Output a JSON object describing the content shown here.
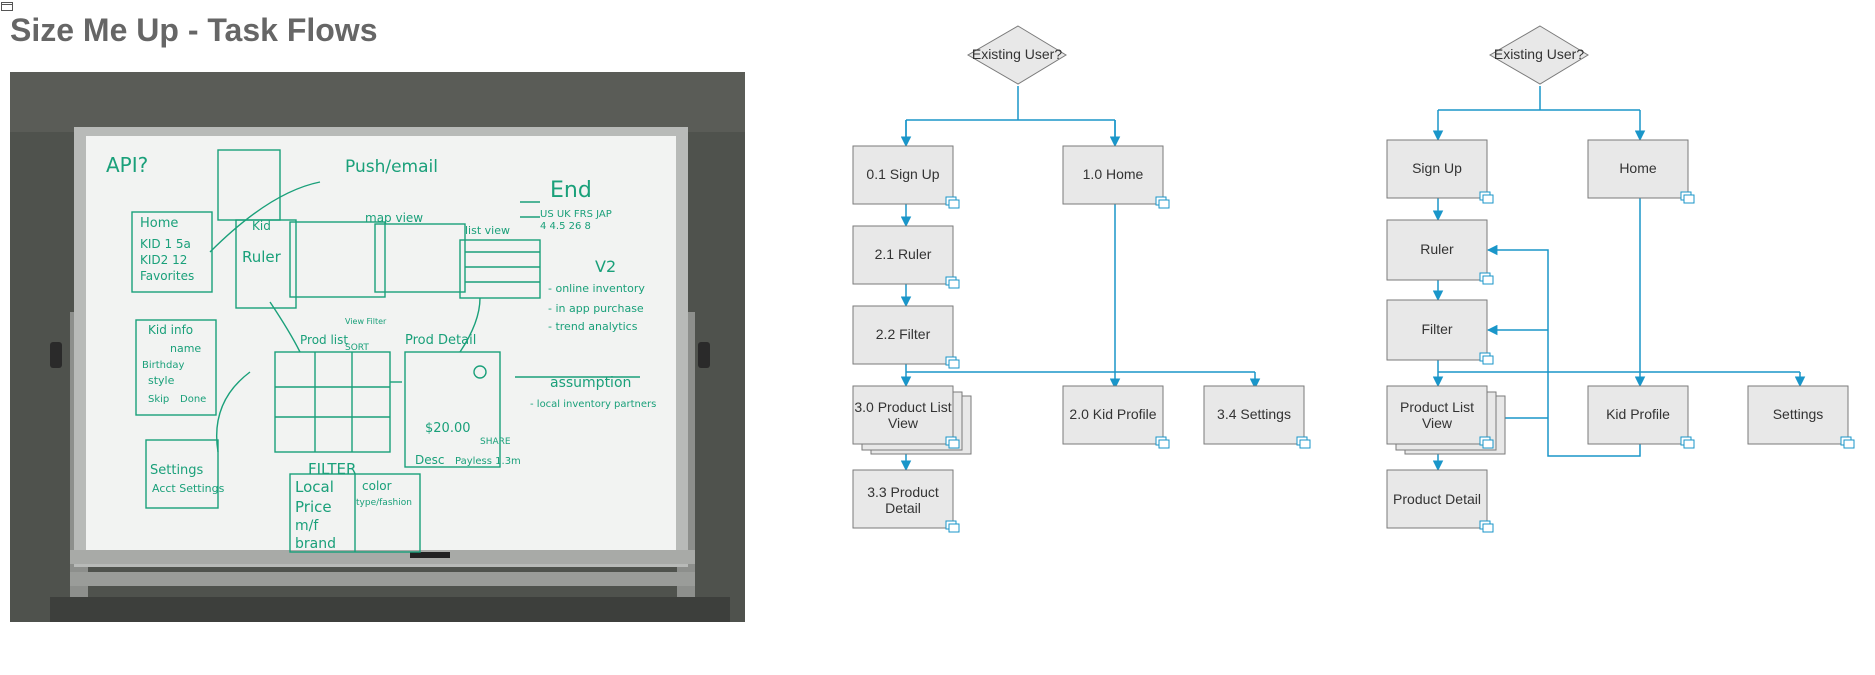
{
  "page": {
    "title": "Size Me Up - Task Flows"
  },
  "colors": {
    "connector": "#1a96c9",
    "node_fill": "#e8e8e8",
    "node_border": "#7a7a7a",
    "marker": "#1a96c9",
    "title": "#666666",
    "marker_ink": "#1aa07a"
  },
  "icons": {
    "corner": "collapse-icon",
    "node_marker": "subflow-marker-icon"
  },
  "flow_left": {
    "decision": "Existing User?",
    "nodes": {
      "sign_up": "0.1 Sign Up",
      "home": "1.0 Home",
      "ruler": "2.1 Ruler",
      "filter": "2.2 Filter",
      "product_list": [
        "3.0 Product List",
        "View"
      ],
      "kid_profile": "2.0 Kid Profile",
      "settings": "3.4 Settings",
      "product_detail": [
        "3.3 Product",
        "Detail"
      ]
    }
  },
  "flow_right": {
    "decision": "Existing User?",
    "nodes": {
      "sign_up": "Sign Up",
      "home": "Home",
      "ruler": "Ruler",
      "filter": "Filter",
      "product_list": [
        "Product List",
        "View"
      ],
      "kid_profile": "Kid Profile",
      "settings": "Settings",
      "product_detail": "Product Detail"
    }
  },
  "whiteboard": {
    "notes": {
      "api": "API?",
      "push": "Push/email",
      "end": "End",
      "sizes": "US UK FRS JAP",
      "size_vals": "4 4.5 26 8",
      "home": "Home",
      "kid1": "KID 1  5a",
      "kid2": "KID2  12",
      "favorites": "Favorites",
      "kid_label": "Kid",
      "ruler": "Ruler",
      "map_view": "map view",
      "list_view": "list view",
      "v2": "V2",
      "online": "- online inventory",
      "in_app": "- in app purchase",
      "trend": "- trend analytics",
      "kid_info": "Kid info",
      "name": "name",
      "birthday": "Birthday",
      "style": "style",
      "prod_list": "Prod list",
      "sort": "SORT",
      "prod_detail": "Prod Detail",
      "view_filter": "View Filter",
      "assumption": "assumption",
      "local_inv": "- local inventory partners",
      "price_tag": "$20.00",
      "share": "SHARE",
      "desc": "Desc",
      "payless": "Payless 1.3m",
      "skip": "Skip",
      "done": "Done",
      "settings": "Settings",
      "acct": "Acct Settings",
      "filter": "FILTER",
      "local": "Local",
      "price": "Price",
      "mf": "m/f",
      "brand": "brand",
      "color": "color",
      "type": "type/fashion"
    }
  }
}
